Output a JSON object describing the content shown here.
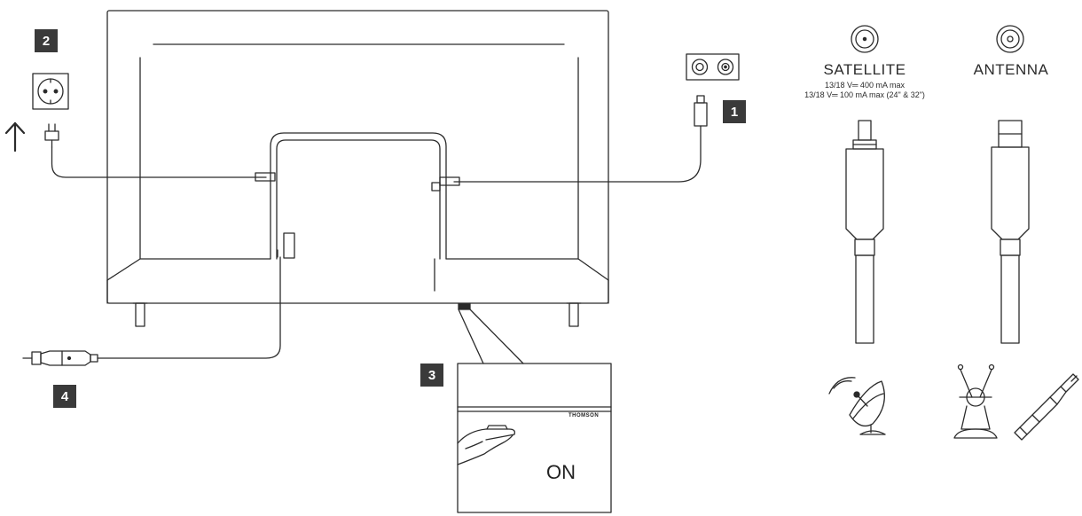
{
  "steps": {
    "one": "1",
    "two": "2",
    "three": "3",
    "four": "4"
  },
  "satellite": {
    "label": "SATELLITE",
    "spec1": "13/18 V═ 400 mA max",
    "spec2": "13/18 V═ 100 mA max (24\" & 32\")"
  },
  "antenna": {
    "label": "ANTENNA"
  },
  "power_switch": {
    "label": "ON",
    "brand": "THOMSON"
  },
  "colors": {
    "line": "#2b2b2b",
    "badge": "#3a3a3a"
  },
  "icons": [
    "wall-socket-icon",
    "power-plug-icon",
    "arrow-up-icon",
    "coax-socket-icon",
    "satellite-dish-icon",
    "antenna-icon",
    "coax-plug-icon",
    "car-adapter-icon"
  ]
}
